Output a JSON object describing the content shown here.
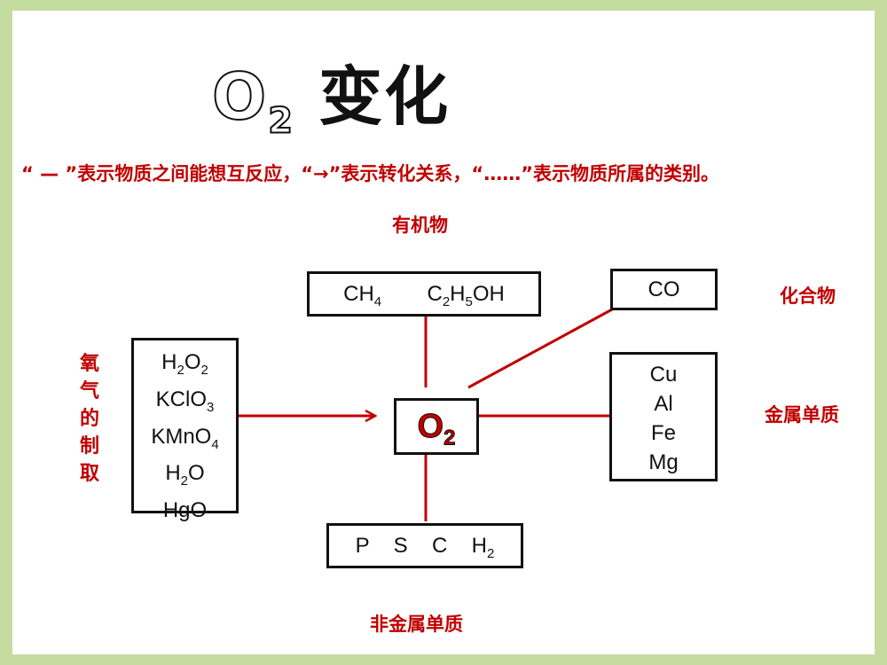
{
  "title": {
    "text": "O",
    "sub": "2",
    "rest": " 变化"
  },
  "legend": "“ — ”表示物质之间能想互反应，“→”表示转化关系，“……”表示物质所属的类别。",
  "categories": {
    "organic": "有机物",
    "compound": "化合物",
    "metal": "金属单质",
    "nonmetal": "非金属单质",
    "preparation": [
      "氧",
      "气",
      "的",
      "制",
      "取"
    ]
  },
  "center": {
    "text": "O",
    "sub": "2"
  },
  "organic_box": [
    {
      "t": "CH",
      "s": "4"
    },
    {
      "t": "C",
      "s": "2",
      "t2": "H",
      "s2": "5",
      "t3": "OH"
    }
  ],
  "compound_box": [
    "CO"
  ],
  "metal_box": [
    "Cu",
    "Al",
    "Fe",
    "Mg"
  ],
  "nonmetal_box": [
    {
      "t": "P"
    },
    {
      "t": "S"
    },
    {
      "t": "C"
    },
    {
      "t": "H",
      "s": "2"
    }
  ],
  "prep_box": [
    {
      "t": "H",
      "s": "2",
      "t2": "O",
      "s2": "2"
    },
    {
      "t": "KClO",
      "s": "3"
    },
    {
      "t": "KMnO",
      "s": "4"
    },
    {
      "t": "H",
      "s": "2",
      "t2": "O"
    },
    {
      "t": "HgO"
    }
  ],
  "colors": {
    "accent": "#c00000",
    "line": "#c00000",
    "frame": "#c5dca0"
  }
}
